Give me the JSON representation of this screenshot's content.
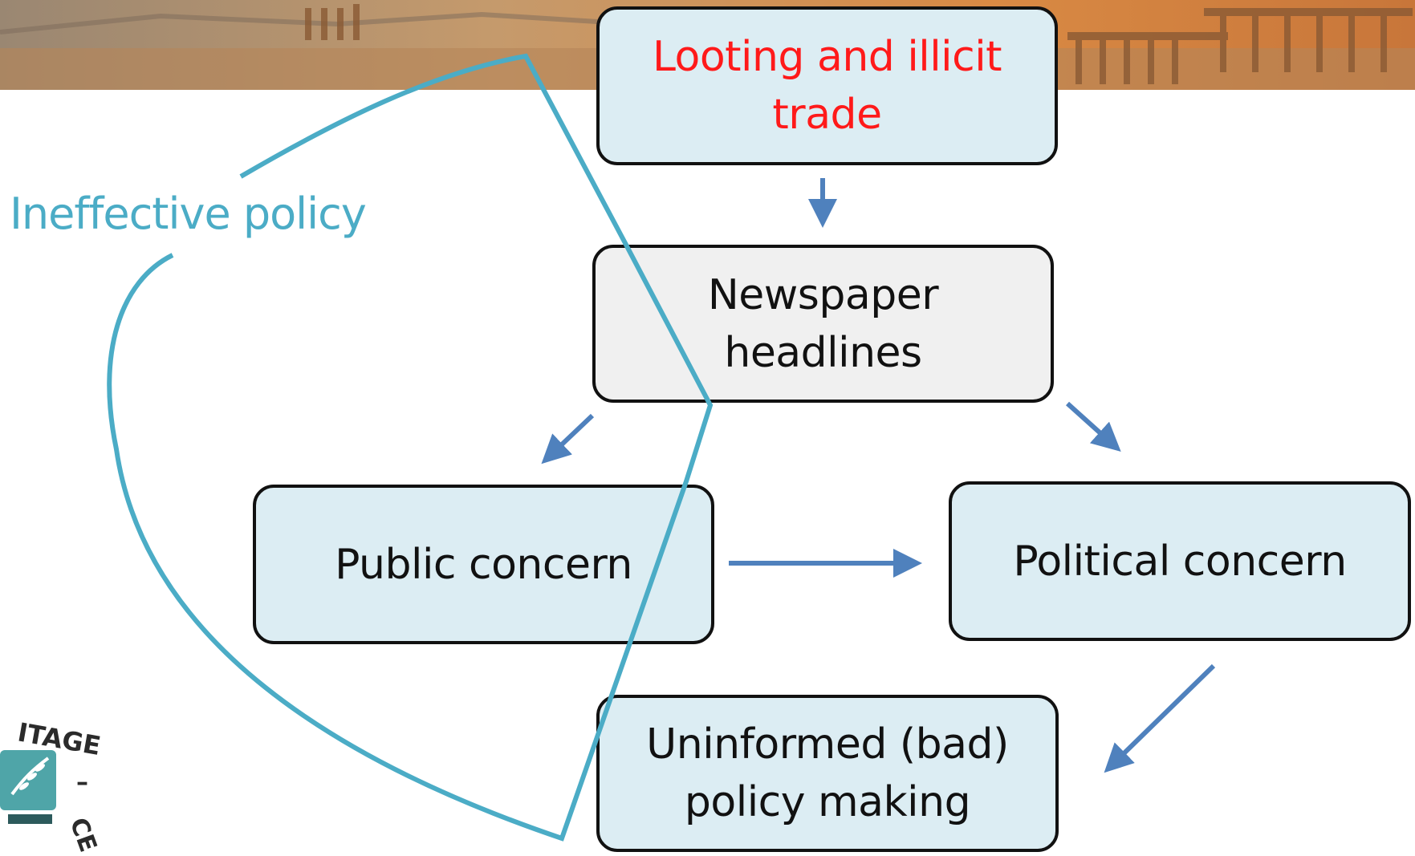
{
  "nodes": {
    "looting": "Looting and illicit trade",
    "newspaper": "Newspaper headlines",
    "public_concern": "Public concern",
    "political_concern": "Political concern",
    "uninformed": "Uninformed (bad) policy making"
  },
  "loop_label": "Ineffective policy",
  "logo": {
    "text": "ITAGE - CE"
  },
  "colors": {
    "arrow": "#4f81bd",
    "loop": "#4bacc6",
    "highlight_text": "#ff1a1a",
    "box_fill": "#dcedf3",
    "box_fill_grey": "#f0f0f0"
  },
  "banner": {
    "icon": "ruins-landscape-photo"
  }
}
